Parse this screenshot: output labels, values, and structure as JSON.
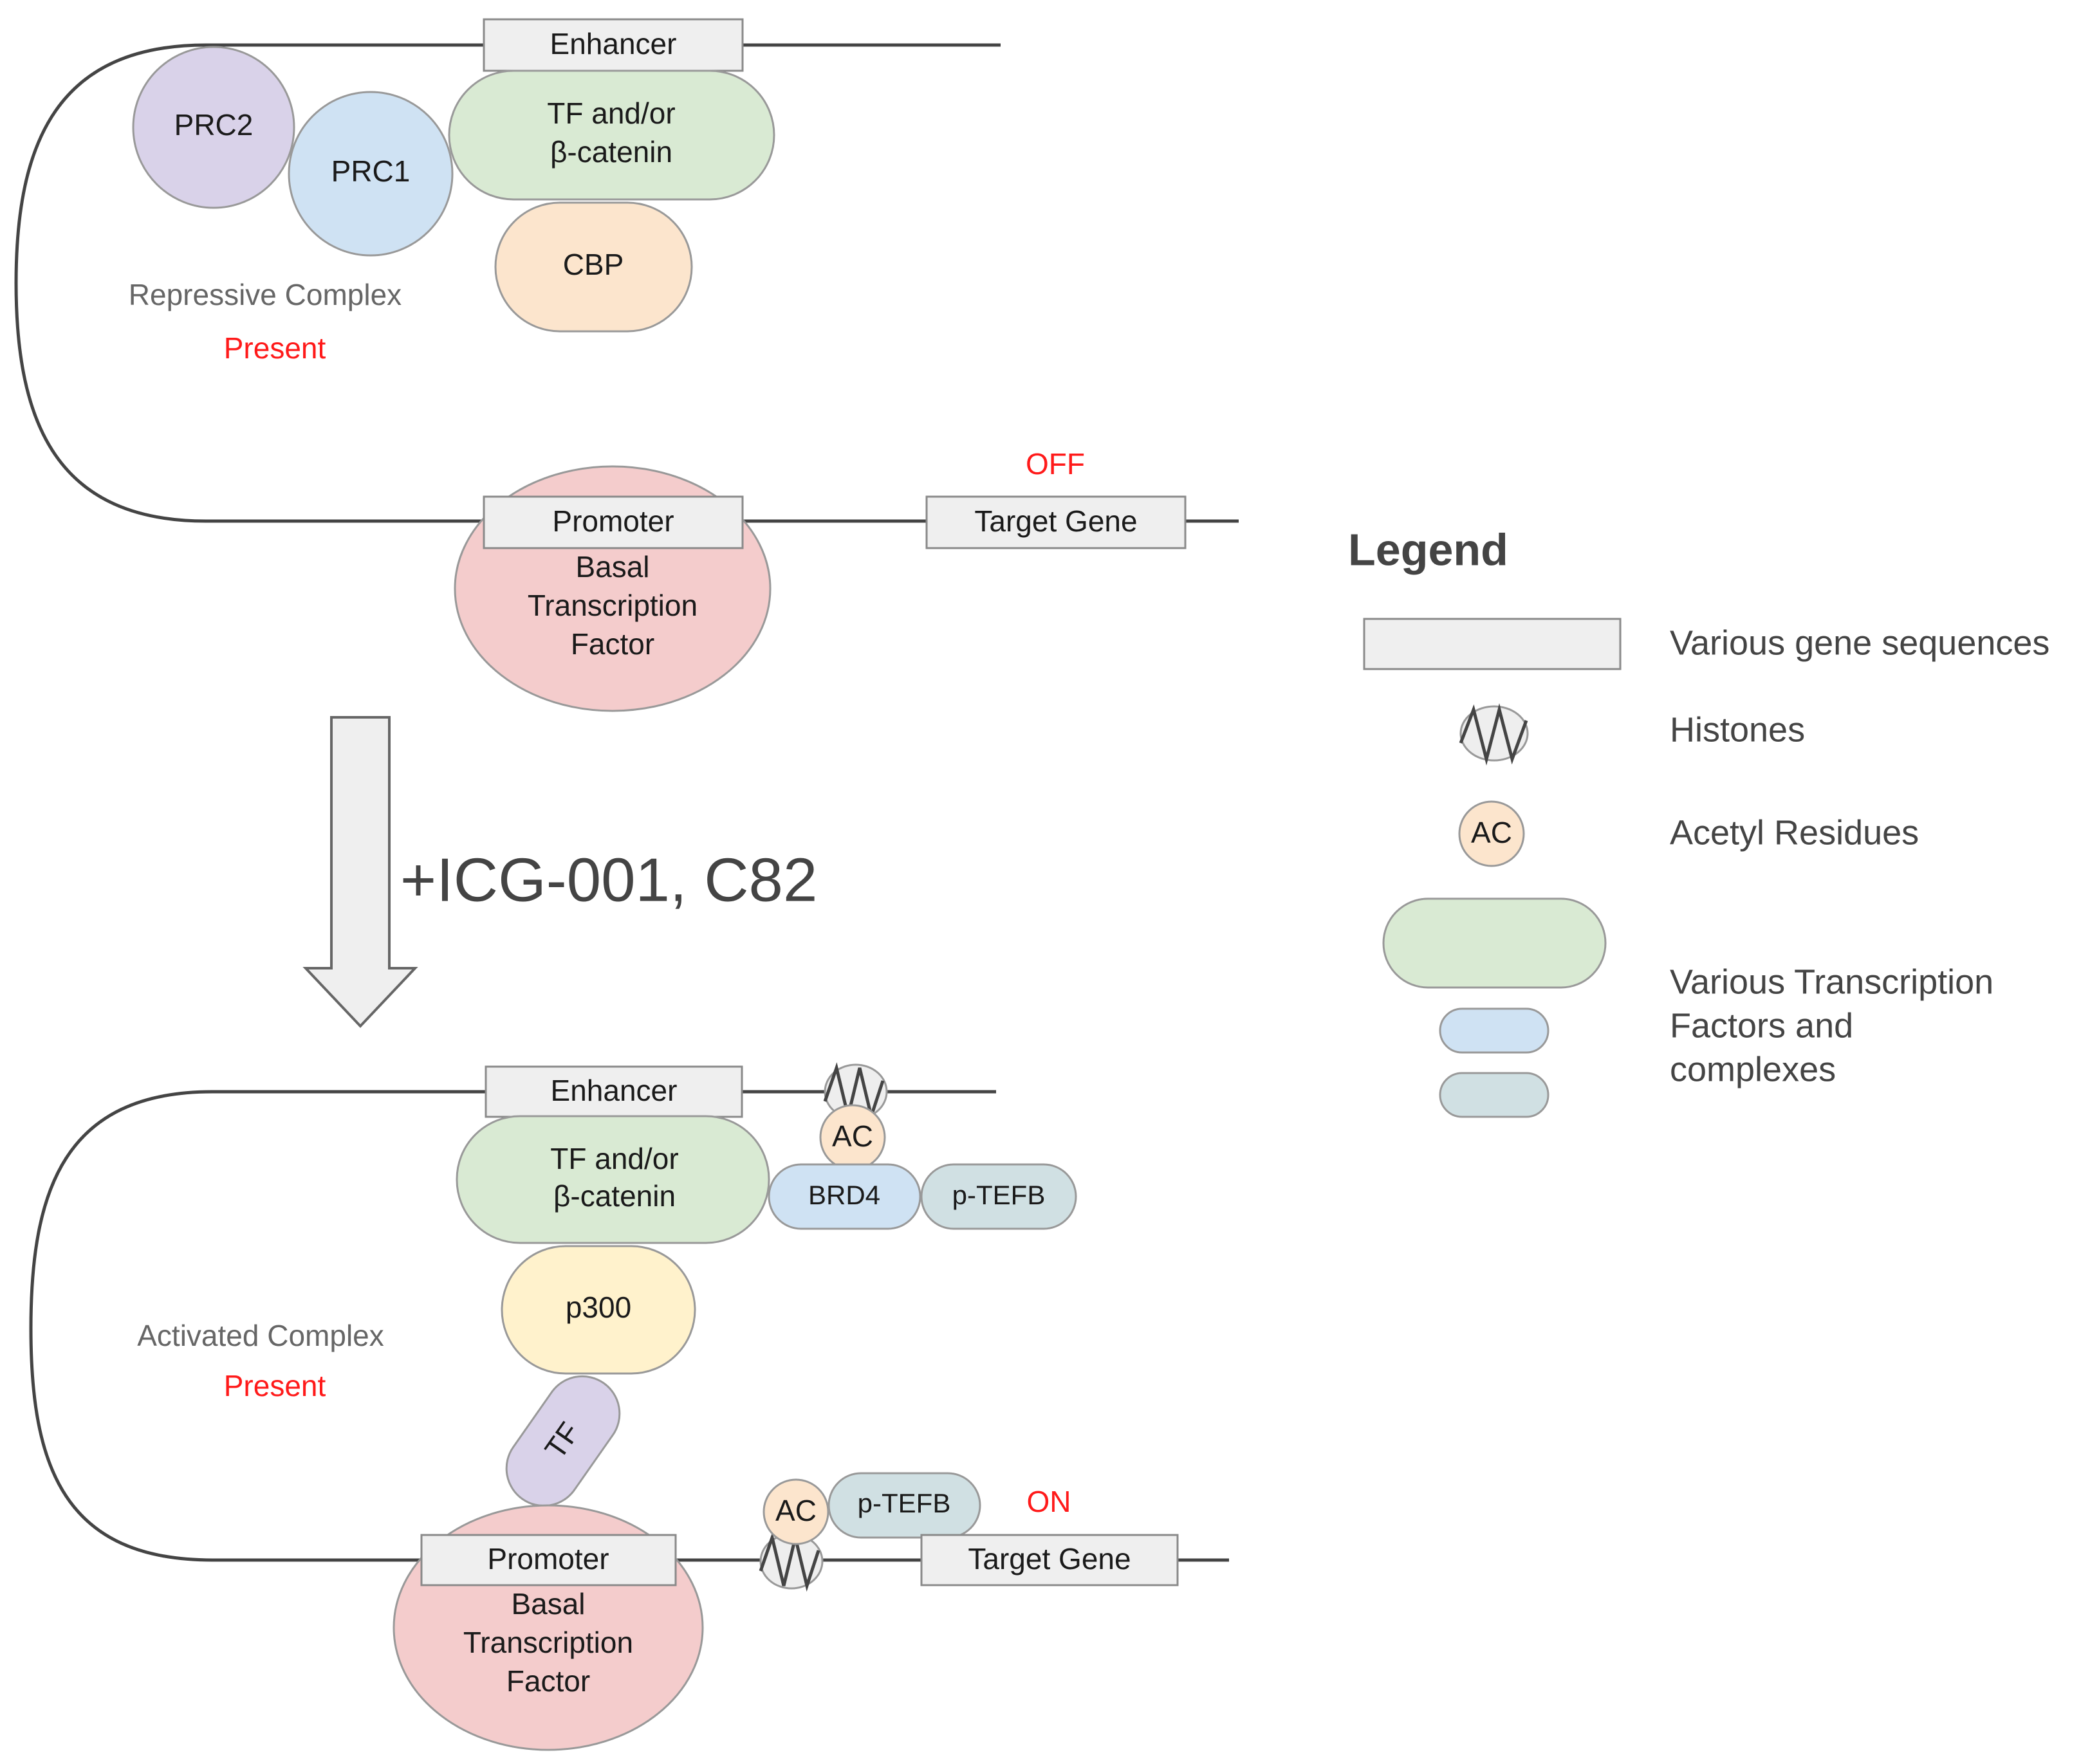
{
  "top": {
    "enhancer": "Enhancer",
    "tf_line1": "TF and/or",
    "tf_line2": "β-catenin",
    "prc2": "PRC2",
    "prc1": "PRC1",
    "cbp": "CBP",
    "complex_label": "Repressive Complex",
    "complex_status": "Present",
    "promoter": "Promoter",
    "btf_line1": "Basal",
    "btf_line2": "Transcription",
    "btf_line3": "Factor",
    "target_gene": "Target Gene",
    "gene_state": "OFF"
  },
  "arrow_label": "+ICG-001, C82",
  "bottom": {
    "enhancer": "Enhancer",
    "tf_line1": "TF and/or",
    "tf_line2": "β-catenin",
    "ac_enhancer": "AC",
    "brd4": "BRD4",
    "ptefb_enhancer": "p-TEFB",
    "p300": "p300",
    "tf_small": "TF",
    "complex_label": "Activated Complex",
    "complex_status": "Present",
    "promoter": "Promoter",
    "btf_line1": "Basal",
    "btf_line2": "Transcription",
    "btf_line3": "Factor",
    "ac_promoter": "AC",
    "ptefb_promoter": "p-TEFB",
    "target_gene": "Target Gene",
    "gene_state": "ON"
  },
  "legend": {
    "title": "Legend",
    "gene_sequences": "Various gene sequences",
    "histones": "Histones",
    "ac_symbol": "AC",
    "acetyl": "Acetyl Residues",
    "tf_line1": "Various Transcription",
    "tf_line2": "Factors and",
    "tf_line3": "complexes"
  },
  "colors": {
    "green": "#d9ead3",
    "blue": "#cfe2f3",
    "purple": "#d9d2e9",
    "orange": "#fce5cd",
    "red_fill": "#f4cccc",
    "yellow": "#fff2cc",
    "grey_teal": "#d0e0e3",
    "status_red": "#ff1a1a"
  }
}
